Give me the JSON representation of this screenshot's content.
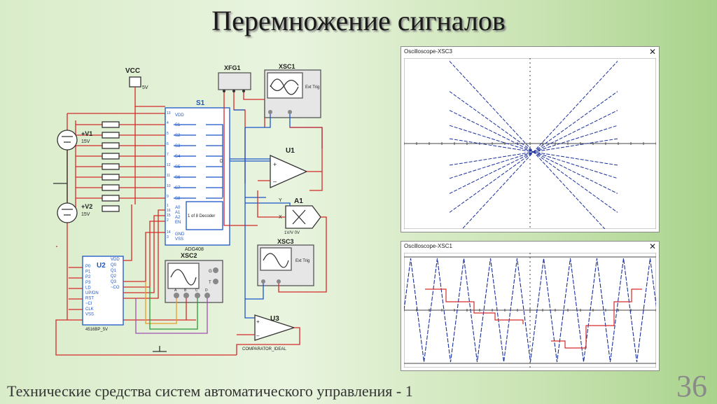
{
  "title": "Перемножение сигналов",
  "footer": "Технические средства систем автоматического управления - 1",
  "page_number": "36",
  "colors": {
    "wire_red": "#d42a2a",
    "wire_blue": "#1a55c8",
    "trace": "#1a2f9c",
    "step": "#d42a2a"
  },
  "scope_top": {
    "title": "Oscilloscope-XSC3"
  },
  "scope_bottom": {
    "title": "Oscilloscope-XSC1"
  },
  "circuit": {
    "vcc": "VCC",
    "vcc_value": "5V",
    "xfg1": "XFG1",
    "xsc1": "XSC1",
    "xsc2": "XSC2",
    "xsc3": "XSC3",
    "ext_trig": "Ext Trig",
    "s1": "S1",
    "u1": "U1",
    "a1": "A1",
    "a1_gain": "1V/V 0V",
    "u2": "U2",
    "u3": "U3",
    "v1": "+V1",
    "v1_value": "15V",
    "v2": "+V2",
    "v2_value": "15V",
    "adg": "ADG408",
    "decoder": "1 of 8 Decoder",
    "u2_model": "4516BP_5V",
    "comparator": "COMPARATOR_IDEAL",
    "s1_pins": [
      "VDD",
      "S1",
      "S2",
      "S3",
      "S4",
      "S5",
      "S6",
      "S7",
      "S8",
      "A0",
      "A1",
      "A2",
      "EN",
      "GND",
      "VSS"
    ],
    "s1_pin_numbers": [
      "13",
      "4",
      "5",
      "6",
      "7",
      "12",
      "11",
      "10",
      "9",
      "1",
      "16",
      "15",
      "2",
      "14",
      "3"
    ],
    "u2_pins_left": [
      "P0",
      "P1",
      "P2",
      "P3",
      "LD",
      "UP/DN",
      "RST",
      "~CI",
      "CLK",
      "VSS"
    ],
    "u2_pins_right": [
      "VDD",
      "Q0",
      "Q1",
      "Q2",
      "Q3",
      "~CO"
    ],
    "d_label": "D",
    "plus": "+",
    "minus": "–",
    "x": "X",
    "y": "Y",
    "a_label": "A",
    "b_label": "B",
    "c_label": "C",
    "d2_label": "D",
    "g_label": "G",
    "t_label": "T"
  }
}
